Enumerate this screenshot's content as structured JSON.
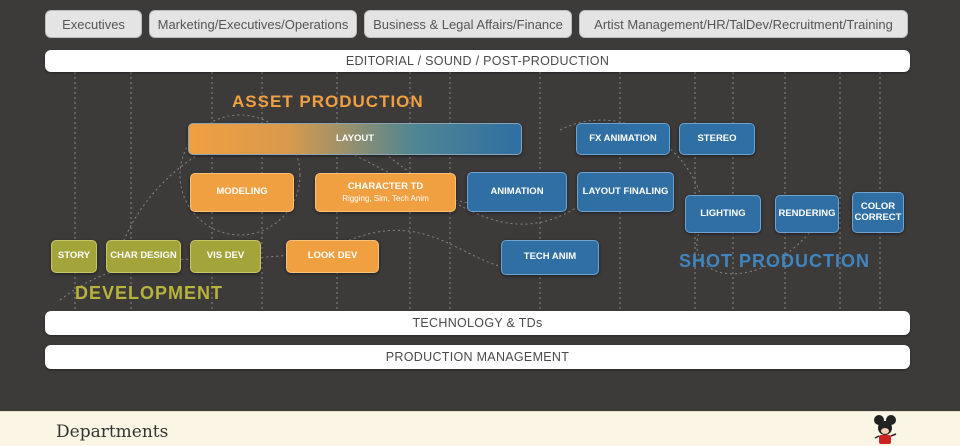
{
  "departments_top": [
    "Executives",
    "Marketing/Executives/Operations",
    "Business & Legal Affairs/Finance",
    "Artist Management/HR/TalDev/Recruitment/Training"
  ],
  "bars": {
    "editorial": "EDITORIAL / SOUND / POST-PRODUCTION",
    "technology": "TECHNOLOGY & TDs",
    "production_management": "PRODUCTION MANAGEMENT"
  },
  "sections": {
    "asset_production": "ASSET PRODUCTION",
    "development": "DEVELOPMENT",
    "shot_production": "SHOT PRODUCTION"
  },
  "boxes": {
    "layout": "LAYOUT",
    "fx_animation": "FX ANIMATION",
    "stereo": "STEREO",
    "modeling": "MODELING",
    "character_td": "CHARACTER TD",
    "character_td_sub": "Rigging, Sim, Tech Anim",
    "animation": "ANIMATION",
    "layout_finaling": "LAYOUT FINALING",
    "lighting": "LIGHTING",
    "rendering": "RENDERING",
    "color_correct": "COLOR CORRECT",
    "story": "STORY",
    "char_design": "CHAR DESIGN",
    "vis_dev": "VIS DEV",
    "look_dev": "LOOK DEV",
    "tech_anim": "TECH ANIM"
  },
  "footer": {
    "title": "Departments"
  },
  "colors": {
    "background": "#3d3a3a",
    "orange": "#f0a040",
    "blue": "#2f6fa3",
    "olive": "#a3a53a",
    "asset_production_title": "#f0a040",
    "development_title": "#b8b33a",
    "shot_production_title": "#3f86c0",
    "footer_background": "#faf5e4"
  },
  "icons": {
    "footer_logo": "mickey-mouse-icon"
  }
}
